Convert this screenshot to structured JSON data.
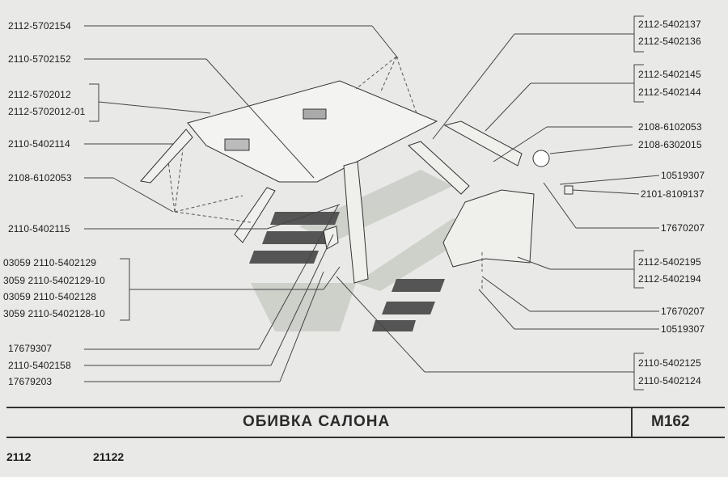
{
  "labels_left": [
    "2112-5702154",
    "2110-5702152",
    "2112-5702012",
    "2112-5702012-01",
    "2110-5402114",
    "2108-6102053",
    "2110-5402115",
    "03059 2110-5402129",
    "3059 2110-5402129-10",
    "03059 2110-5402128",
    "3059 2110-5402128-10",
    "17679307",
    "2110-5402158",
    "17679203"
  ],
  "labels_right": [
    "2112-5402137",
    "2112-5402136",
    "2112-5402145",
    "2112-5402144",
    "2108-6102053",
    "2108-6302015",
    "10519307",
    "2101-8109137",
    "17670207",
    "2112-5402195",
    "2112-5402194",
    "17670207",
    "10519307",
    "2110-5402125",
    "2110-5402124"
  ],
  "footer": {
    "title": "ОБИВКА  САЛОНА",
    "code": "M162",
    "models": [
      "2112",
      "21122"
    ]
  }
}
